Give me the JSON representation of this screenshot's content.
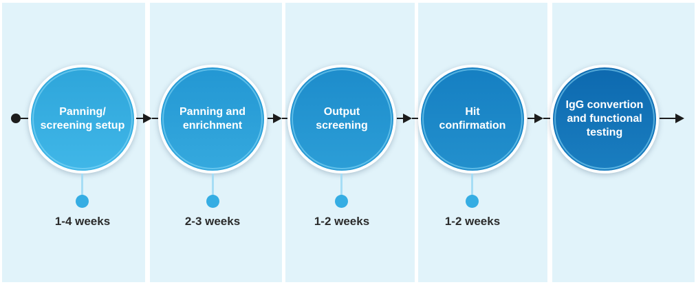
{
  "diagram": {
    "type": "process-timeline",
    "stages": [
      {
        "label": "Panning/\nscreening setup",
        "duration": "1-4 weeks",
        "color_top": "#2EA5DA",
        "color_bottom": "#40B7E8"
      },
      {
        "label": "Panning and\nenrichment",
        "duration": "2-3 weeks",
        "color_top": "#2397D3",
        "color_bottom": "#35A9DE"
      },
      {
        "label": "Output\nscreening",
        "duration": "1-2 weeks",
        "color_top": "#1D8CCB",
        "color_bottom": "#2C9ED7"
      },
      {
        "label": "Hit\nconfirmation",
        "duration": "1-2 weeks",
        "color_top": "#157FC2",
        "color_bottom": "#2390CD"
      },
      {
        "label": "IgG convertion\nand functional\ntesting",
        "color_top": "#0D69AF",
        "color_bottom": "#1A7EC0"
      }
    ],
    "colors": {
      "panel_background": "#E1F3FA",
      "page_background": "#FFFFFF",
      "arrow": "#1C1C1C",
      "timeline_dot": "#35ADE3",
      "connector_line": "#A6DDF5",
      "duration_text": "#2B2B2B",
      "stage_text": "#FFFFFF"
    }
  }
}
